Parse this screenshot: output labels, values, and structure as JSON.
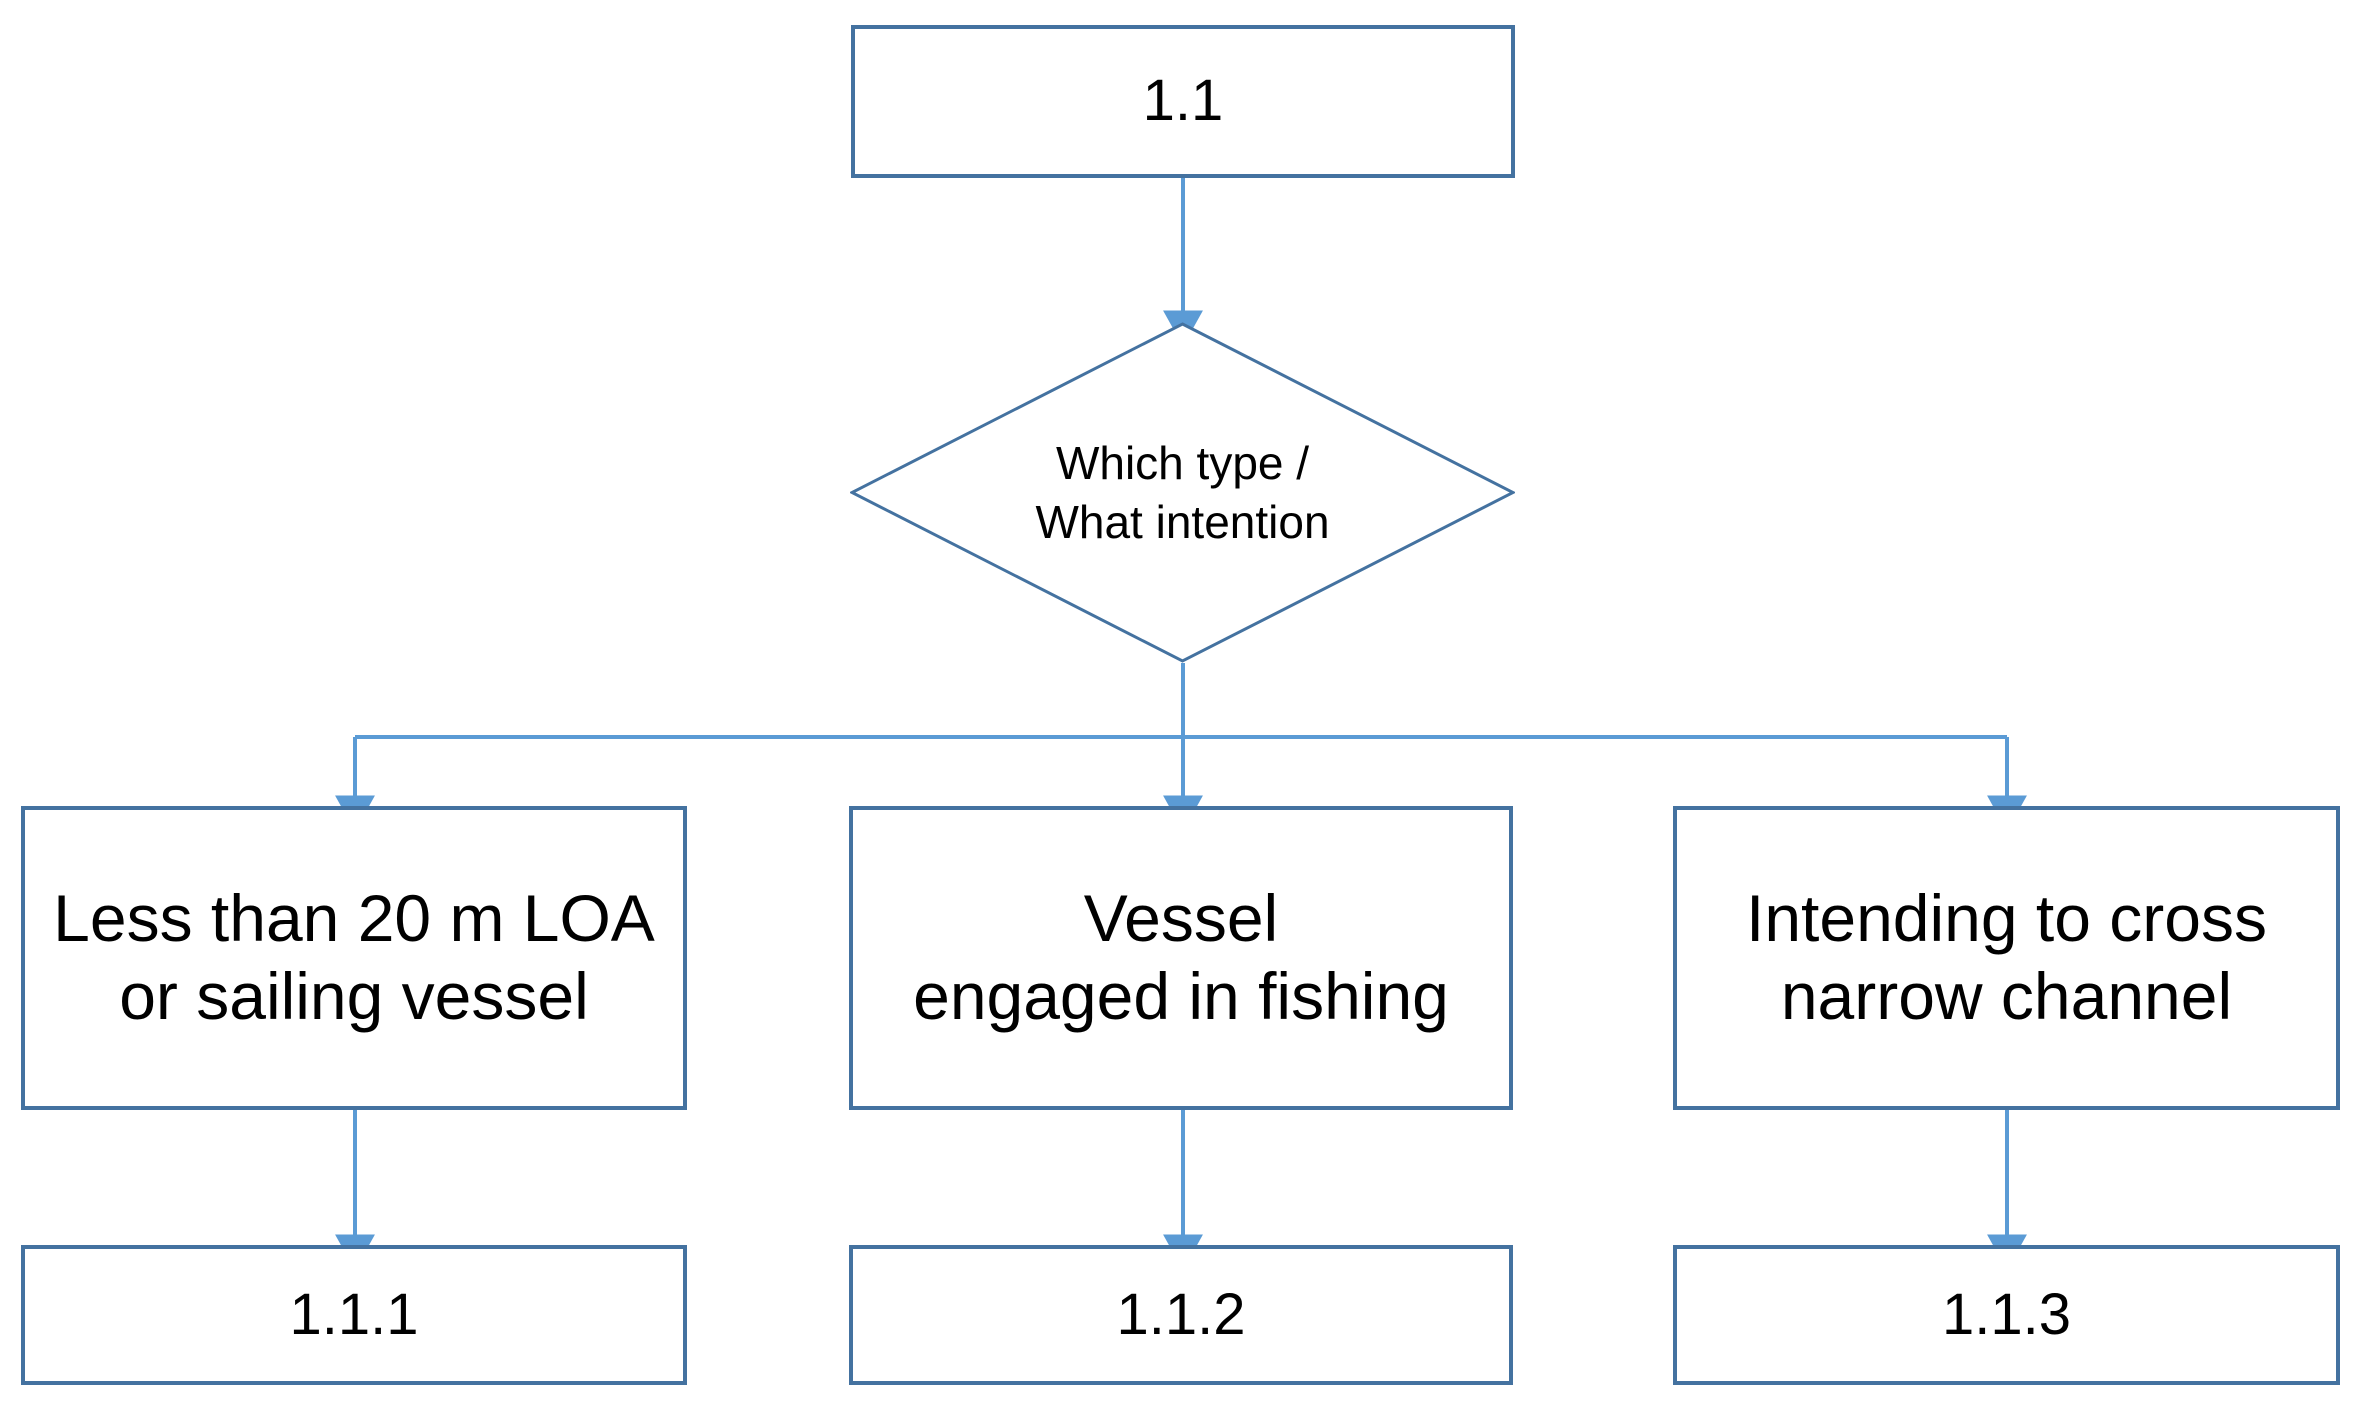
{
  "diagram": {
    "type": "flowchart",
    "colors": {
      "node_border": "#4472A0",
      "connector": "#5B9BD5",
      "decision_border": "#4472A0",
      "node_fill": "#FFFFFF",
      "text": "#000000"
    },
    "nodes": {
      "top": {
        "id": "1.1",
        "shape": "rectangle",
        "label": "1.1"
      },
      "decision": {
        "shape": "diamond",
        "label": "Which type /\nWhat intention",
        "line1": "Which type /",
        "line2": "What intention"
      },
      "branches": [
        {
          "shape": "rectangle",
          "label": "Less than 20 m LOA\nor sailing vessel",
          "line1": "Less than 20 m LOA",
          "line2": "or sailing vessel",
          "outcome": "1.1.1"
        },
        {
          "shape": "rectangle",
          "label": "Vessel\nengaged in fishing",
          "line1": "Vessel",
          "line2": "engaged in fishing",
          "outcome": "1.1.2"
        },
        {
          "shape": "rectangle",
          "label": "Intending to cross\nnarrow channel",
          "line1": "Intending to cross",
          "line2": "narrow channel",
          "outcome": "1.1.3"
        }
      ],
      "outcomes": [
        {
          "shape": "rectangle",
          "label": "1.1.1"
        },
        {
          "shape": "rectangle",
          "label": "1.1.2"
        },
        {
          "shape": "rectangle",
          "label": "1.1.3"
        }
      ]
    },
    "connectors": [
      {
        "name": "top-to-decision",
        "arrow": true
      },
      {
        "name": "decision-to-branch-left",
        "arrow": true
      },
      {
        "name": "decision-to-branch-center",
        "arrow": true
      },
      {
        "name": "decision-to-branch-right",
        "arrow": true
      },
      {
        "name": "branch-left-to-outcome",
        "arrow": true
      },
      {
        "name": "branch-center-to-outcome",
        "arrow": true
      },
      {
        "name": "branch-right-to-outcome",
        "arrow": true
      }
    ]
  }
}
